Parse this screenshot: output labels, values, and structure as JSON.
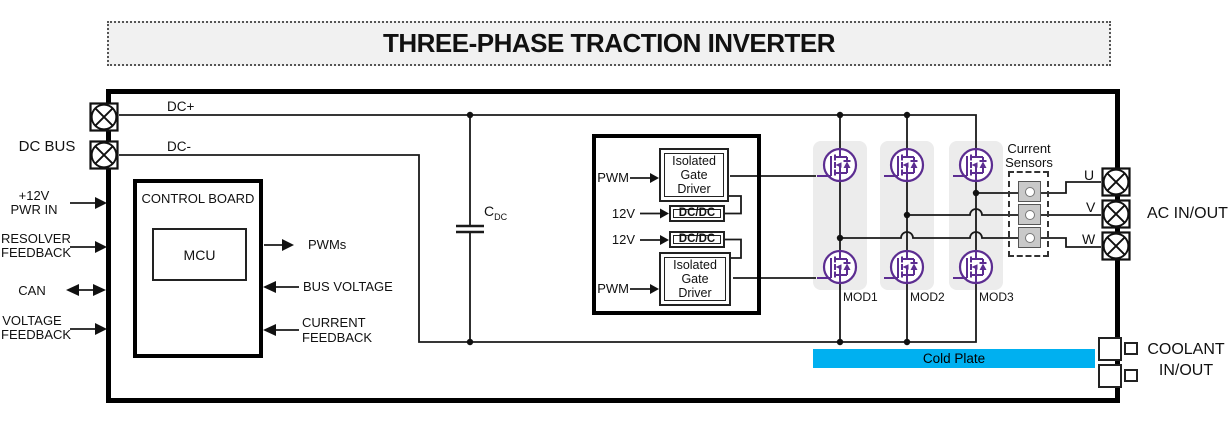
{
  "title": "THREE-PHASE TRACTION INVERTER",
  "colors": {
    "purple": "#5c2d91",
    "cold_plate_blue": "#00b0f0",
    "module_strip_gray": "#ececec"
  },
  "dc_side": {
    "bus_label": "DC BUS",
    "dc_plus": "DC+",
    "dc_minus": "DC-"
  },
  "left_ports": {
    "pwr": {
      "line1": "+12V",
      "line2": "PWR IN",
      "direction": "in"
    },
    "resolver": {
      "line1": "RESOLVER",
      "line2": "FEEDBACK",
      "direction": "in"
    },
    "can": {
      "line1": "CAN",
      "direction": "bidirectional"
    },
    "voltage": {
      "line1": "VOLTAGE",
      "line2": "FEEDBACK",
      "direction": "in"
    }
  },
  "control_board": {
    "title": "CONTROL BOARD",
    "mcu": "MCU",
    "pwms_out": "PWMs",
    "bus_voltage_in": "BUS VOLTAGE",
    "current_feedback_line1": "CURRENT",
    "current_feedback_line2": "FEEDBACK"
  },
  "dc_link": {
    "cap_label": "C",
    "cap_sub": "DC"
  },
  "gate_drive": {
    "pwm_top": "PWM",
    "v12_top": "12V",
    "dcdc_top": "DC/DC",
    "v12_bottom": "12V",
    "dcdc_bottom": "DC/DC",
    "pwm_bottom": "PWM",
    "top_driver": {
      "line1": "Isolated",
      "line2": "Gate",
      "line3": "Driver"
    },
    "bottom_driver": {
      "line1": "Isolated",
      "line2": "Gate",
      "line3": "Driver"
    }
  },
  "power_stage": {
    "mod1": "MOD1",
    "mod2": "MOD2",
    "mod3": "MOD3"
  },
  "current_sensors": {
    "line1": "Current",
    "line2": "Sensors"
  },
  "ac_side": {
    "u": "U",
    "v": "V",
    "w": "W",
    "label": "AC IN/OUT"
  },
  "cooling": {
    "cold_plate": "Cold Plate",
    "coolant_line1": "COOLANT",
    "coolant_line2": "IN/OUT"
  }
}
